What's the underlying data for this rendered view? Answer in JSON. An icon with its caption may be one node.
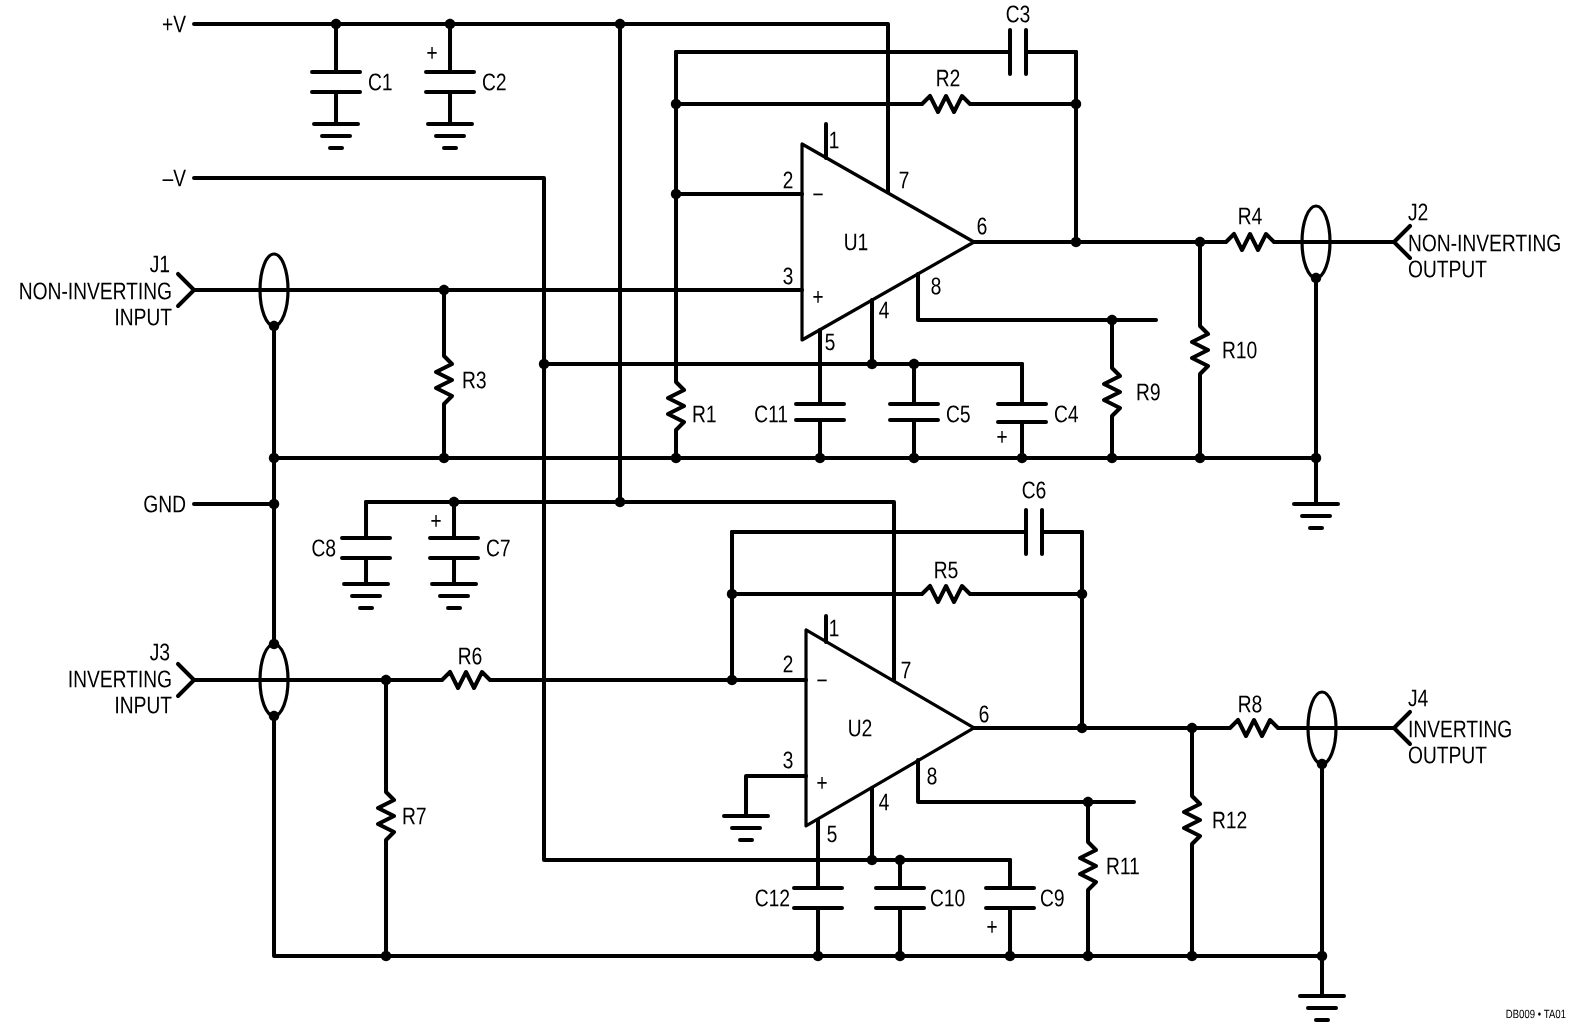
{
  "diagram": {
    "nodes": [
      {
        "text": [
          "U1",
          "−",
          "+"
        ],
        "beside": [
          "1",
          "2",
          "7",
          "6",
          "3",
          "8",
          "4",
          "5"
        ]
      },
      {
        "text": [
          "U2",
          "−",
          "+"
        ],
        "beside": [
          "1",
          "2",
          "7",
          "6",
          "3",
          "8",
          "4",
          "5"
        ]
      }
    ],
    "labels": [
      "C3",
      "+V",
      "C1",
      "C2",
      "+",
      "R2",
      "–V",
      "R4",
      "J2",
      "NON-INVERTING OUTPUT",
      "J1",
      "NON-INVERTING INPUT",
      "R3",
      "R1",
      "C11",
      "C5",
      "C4",
      "+",
      "R9",
      "R10",
      "GND",
      "C6",
      "C8",
      "+",
      "C7",
      "R5",
      "J3",
      "INVERTING INPUT",
      "R6",
      "R8",
      "J4",
      "INVERTING OUTPUT",
      "R7",
      "R12",
      "R11",
      "C12",
      "C10",
      "C9",
      "+",
      "DB009 • TA01"
    ]
  }
}
